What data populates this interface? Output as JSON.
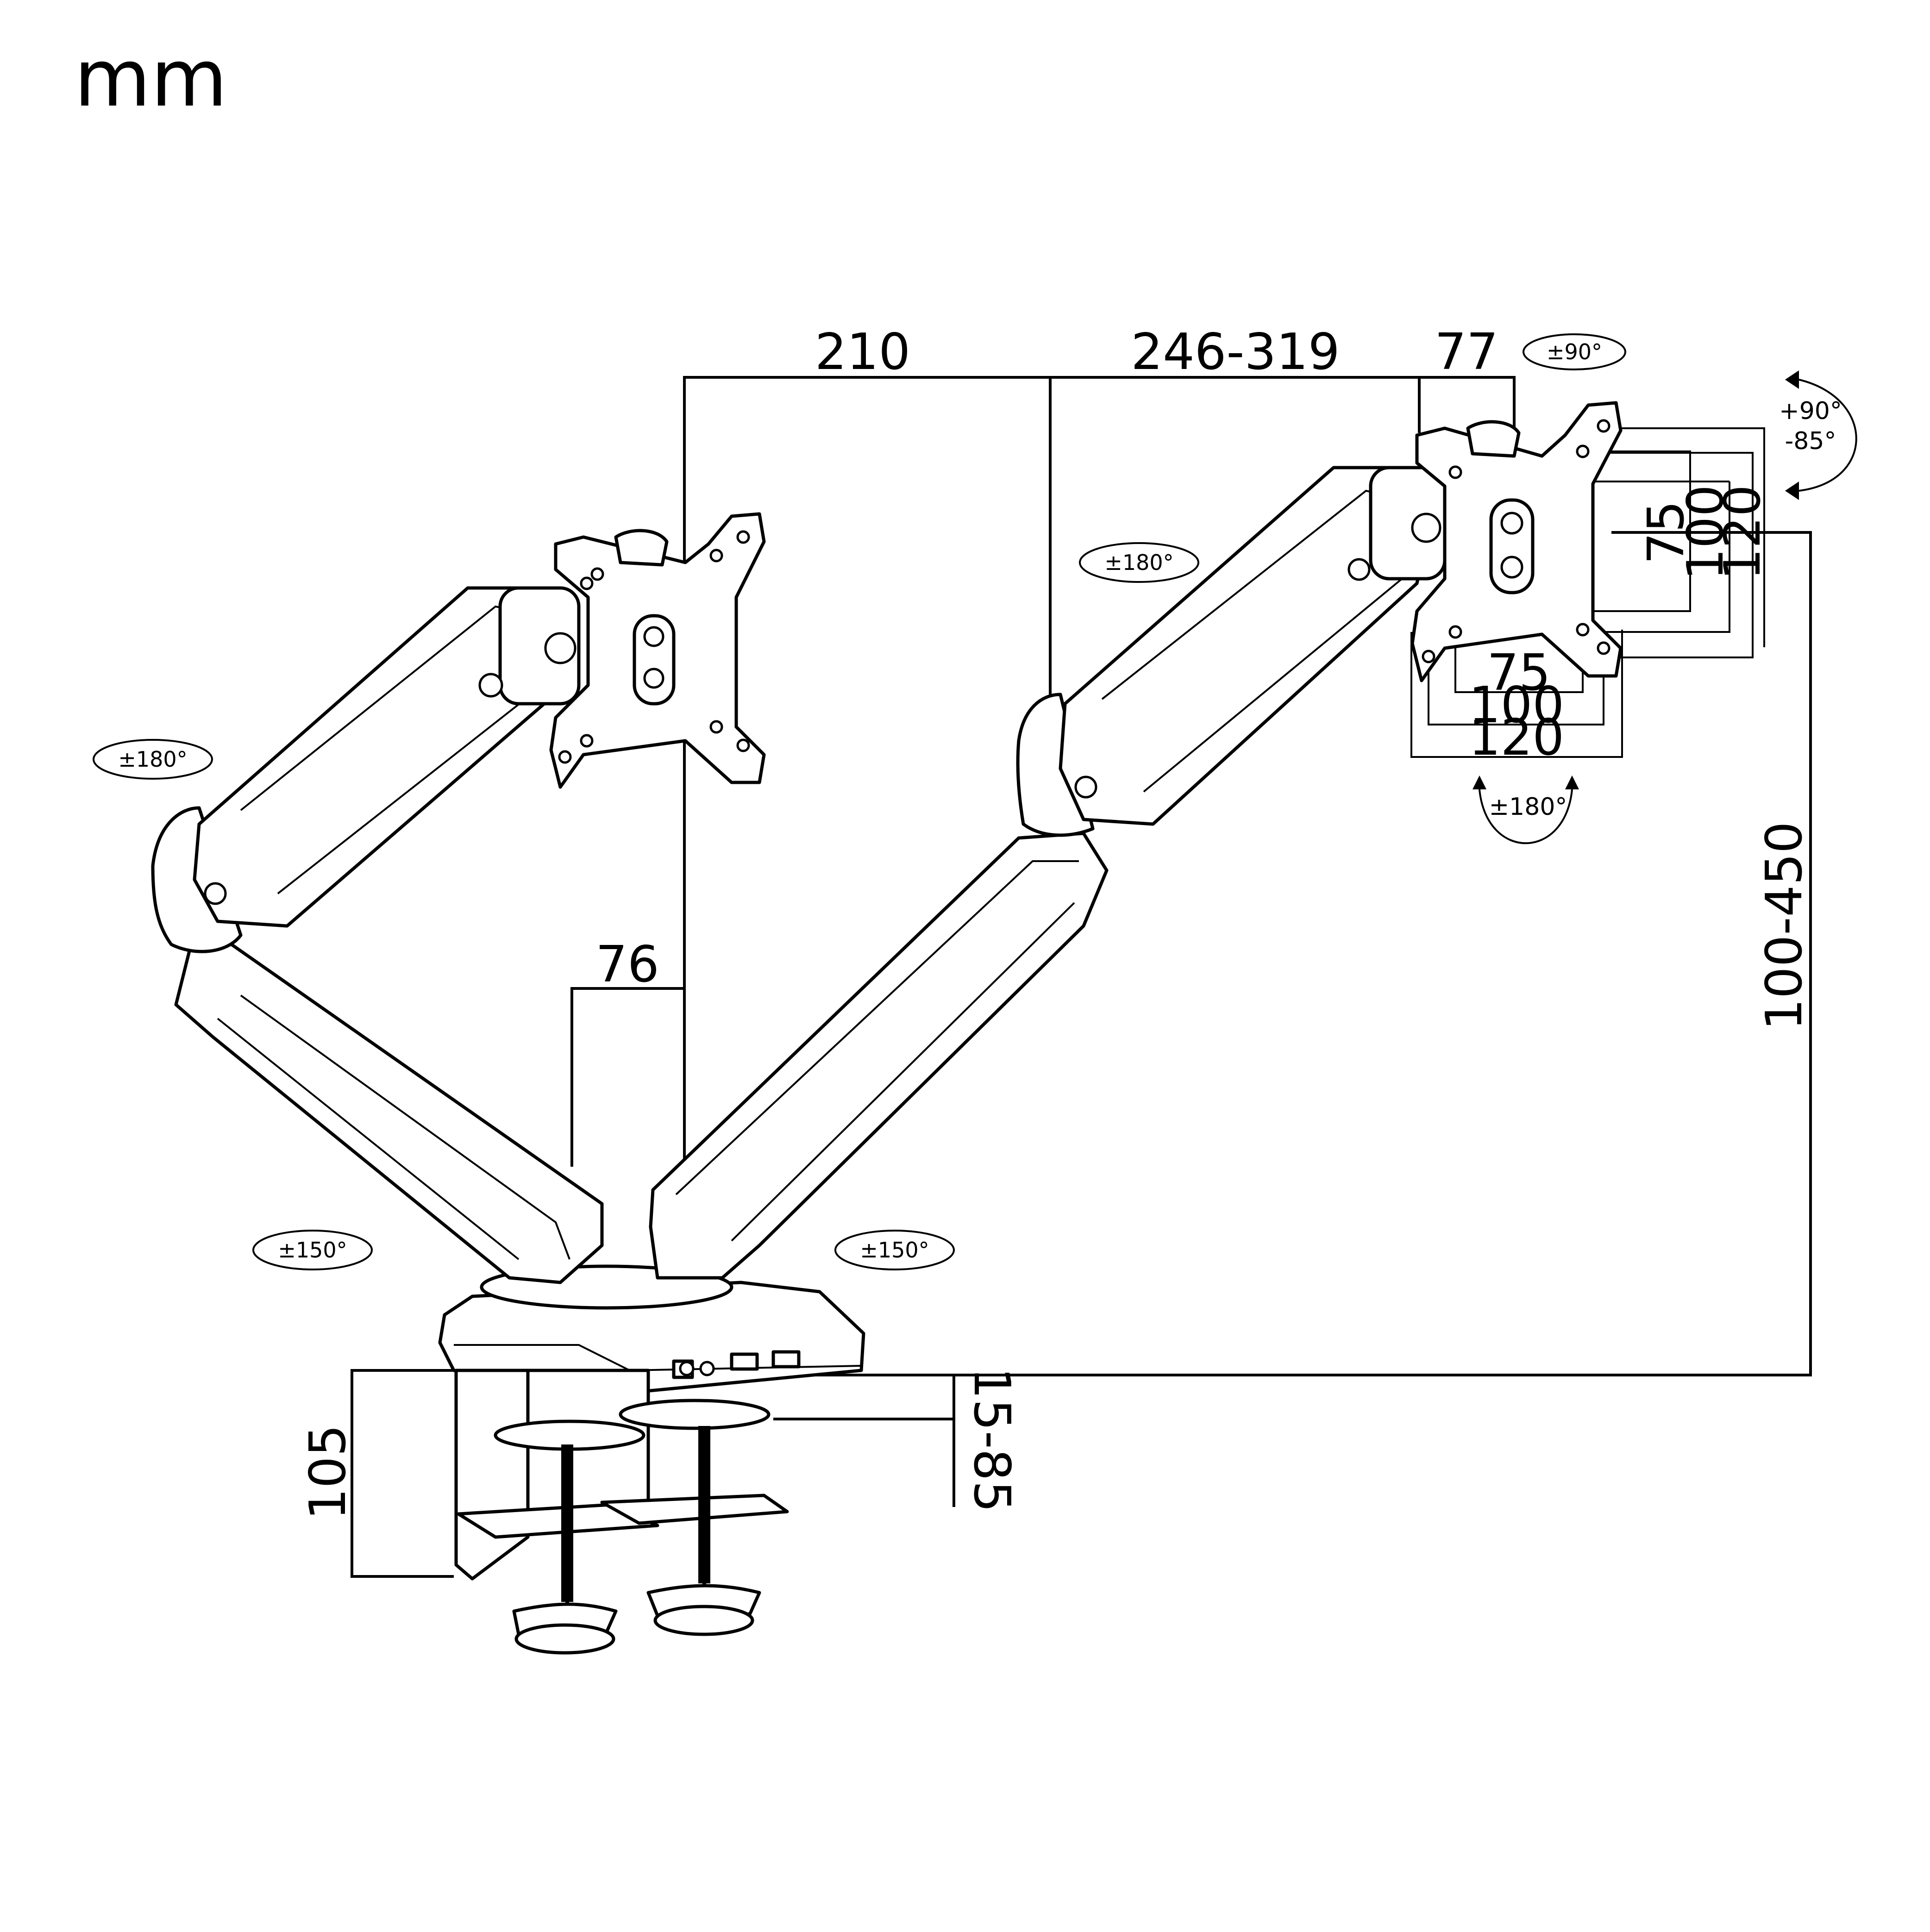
{
  "unit": "mm",
  "dimensions": {
    "reach_base_to_elbow": "210",
    "reach_arm_range": "246-319",
    "plate_offset": "77",
    "pole_offset": "76",
    "height_range": "100-450",
    "clamp_height": "105",
    "desk_thickness": "15-85",
    "vesa_75_v": "75",
    "vesa_100_v": "100",
    "vesa_120_v": "120",
    "vesa_75_h": "75",
    "vesa_100_h": "100",
    "vesa_120_h": "120"
  },
  "rotations": {
    "swivel_top": "±90°",
    "tilt_up": "+90°",
    "tilt_down": "-85°",
    "rotate_plate": "±180°",
    "arm_left_upper": "±180°",
    "arm_right_upper": "±180°",
    "arm_left_lower": "±150°",
    "arm_right_lower": "±150°"
  },
  "icons": {
    "rotation": "rotation-arrow-icon",
    "tilt": "tilt-arrow-icon"
  }
}
